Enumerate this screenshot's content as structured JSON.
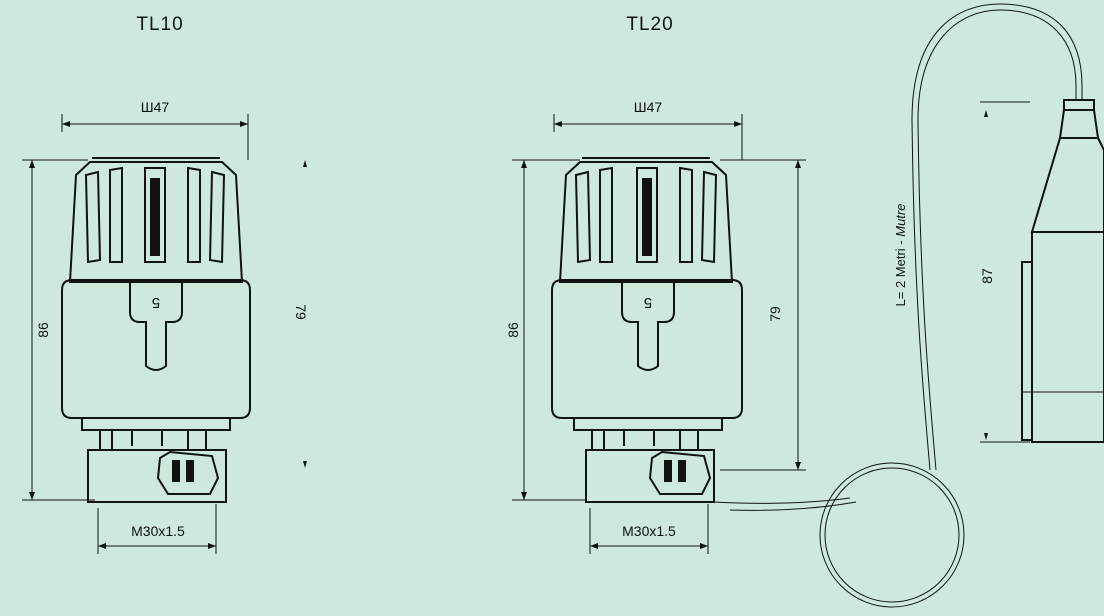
{
  "models": {
    "tl10": {
      "title": "TL10",
      "width_label": "Ш47",
      "height_label": "86",
      "inner_height_label": "79",
      "thread_label": "M30x1.5",
      "dial_number": "5"
    },
    "tl20": {
      "title": "TL20",
      "width_label": "Ш47",
      "height_label": "86",
      "inner_height_label": "79",
      "thread_label": "M30x1.5",
      "dial_number": "5",
      "capillary_label": "L= 2 Metri - ",
      "capillary_label_italic": "Mutre",
      "sensor_height_label": "87"
    }
  },
  "colors": {
    "background": "#cde9dc",
    "line": "#111111",
    "body_fill": "#ffffff"
  }
}
